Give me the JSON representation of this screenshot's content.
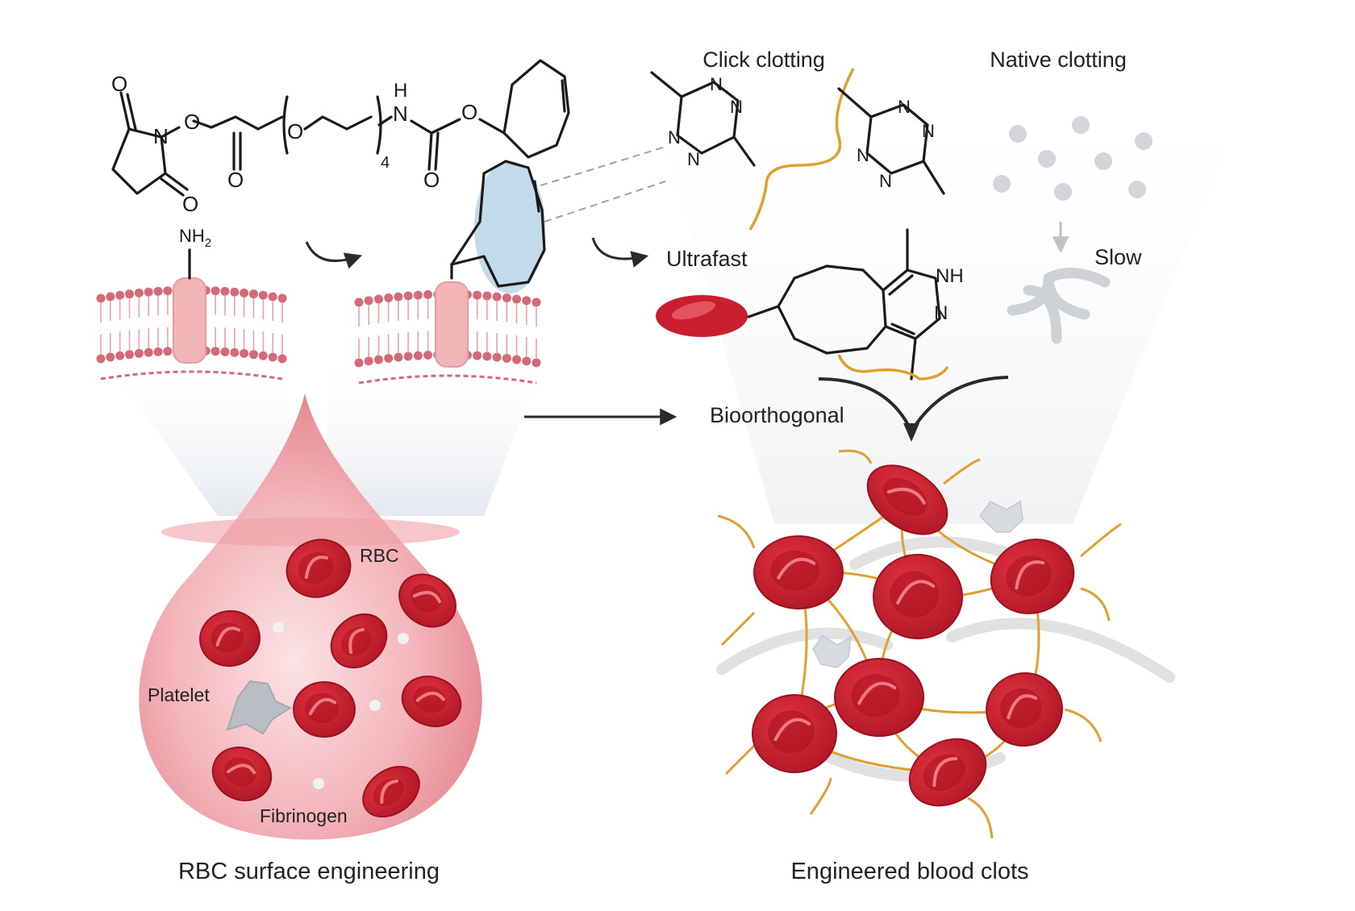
{
  "labels": {
    "click_clotting": "Click clotting",
    "native_clotting": "Native clotting",
    "ultrafast": "Ultrafast",
    "slow": "Slow",
    "bioorthogonal": "Bioorthogonal",
    "rbc": "RBC",
    "platelet": "Platelet",
    "fibrinogen": "Fibrinogen",
    "left_caption": "RBC surface engineering",
    "right_caption": "Engineered blood clots"
  },
  "chemistry": {
    "oxygen": "O",
    "nitrogen": "N",
    "hydrogen": "H",
    "nh2": "NH",
    "nh2_subscript": "2",
    "nh": "NH",
    "peg_repeat": "4"
  },
  "colors": {
    "rbc": "#c81e2e",
    "rbc_dark": "#8e0f1c",
    "plasma": "#e98a92",
    "plasma_light": "#fbe3e5",
    "linker": "#e0a030",
    "protein": "#f2b4b6",
    "tco_highlight": "#b9d3e6",
    "native_gray": "#c8cbce",
    "ink": "#1a1a1a"
  }
}
